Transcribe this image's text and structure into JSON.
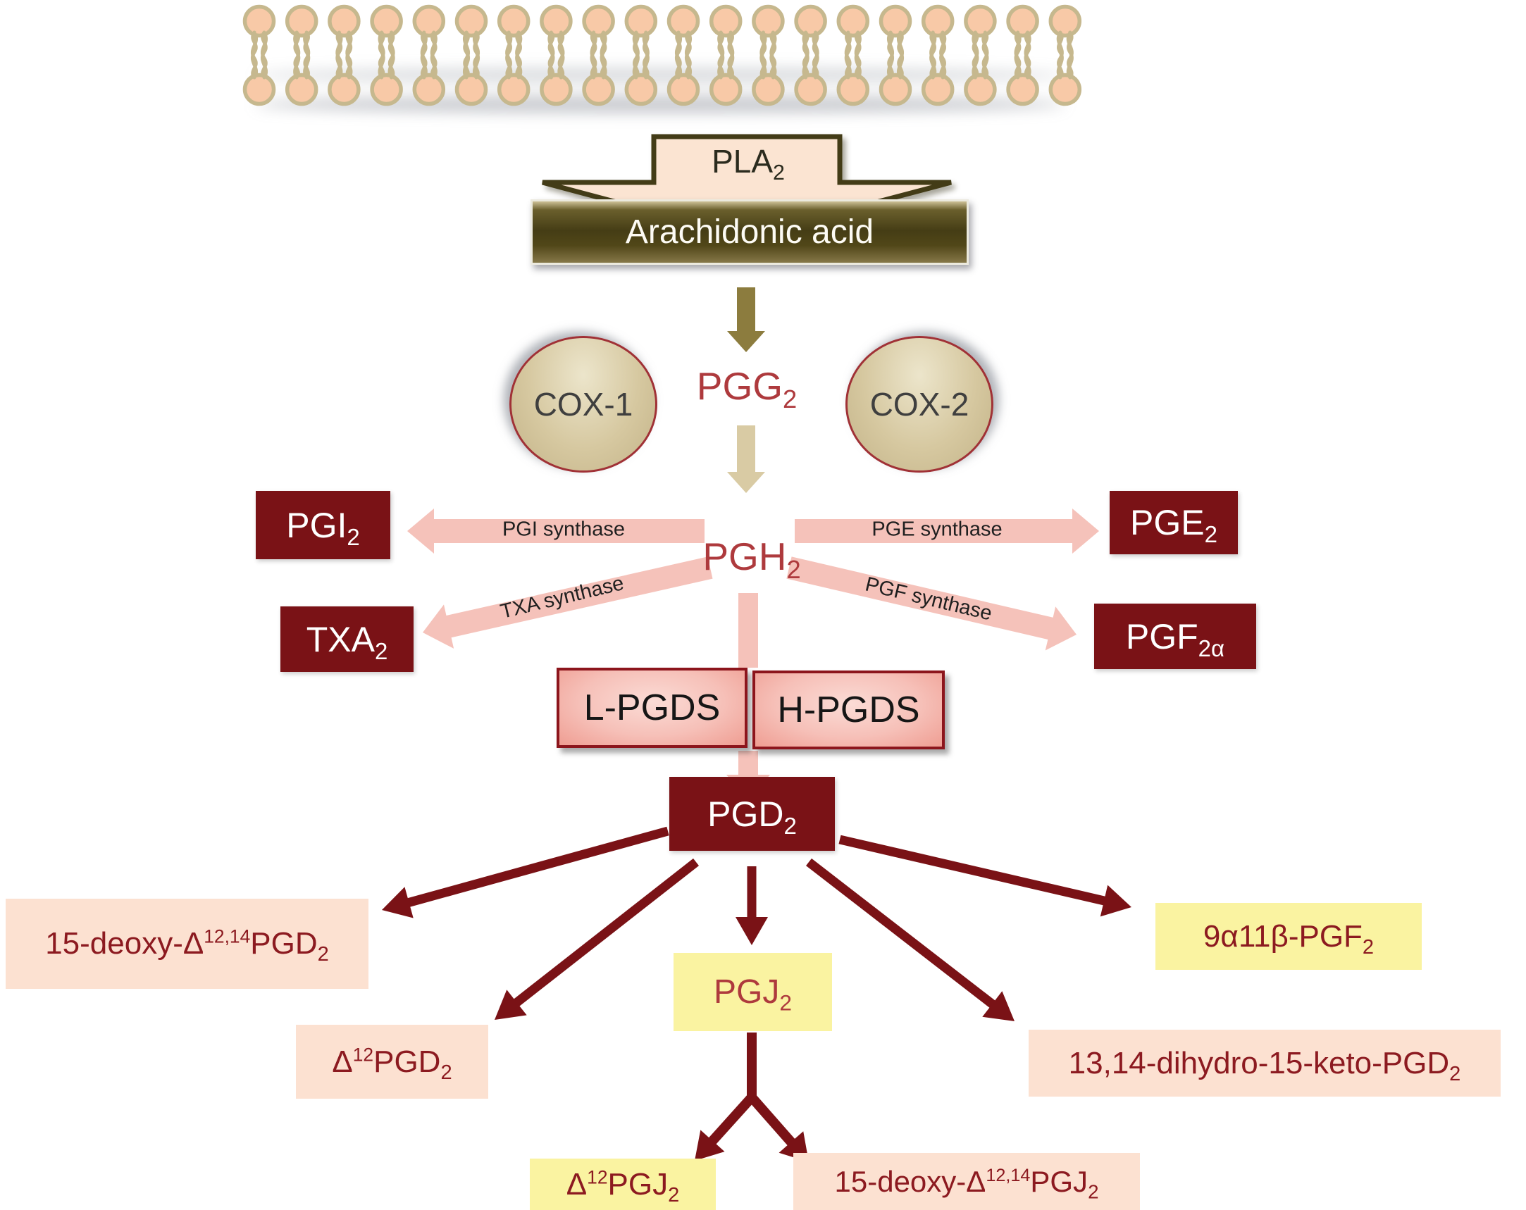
{
  "figure": {
    "description": "Arachidonic acid / prostaglandin D2 synthesis pathway diagram",
    "membrane_icon": "lipid-bilayer"
  },
  "molecules": {
    "pla2": [
      {
        "t": "PLA"
      },
      {
        "t": "2",
        "s": "sub"
      }
    ],
    "arachidonic_acid": [
      {
        "t": "Arachidonic acid"
      }
    ],
    "pgg2": [
      {
        "t": "PGG"
      },
      {
        "t": "2",
        "s": "sub"
      }
    ],
    "cox1": [
      {
        "t": "COX-1"
      }
    ],
    "cox2": [
      {
        "t": "COX-2"
      }
    ],
    "pgh2": [
      {
        "t": "PGH"
      },
      {
        "t": "2",
        "s": "sub"
      }
    ],
    "pgi2": [
      {
        "t": "PGI"
      },
      {
        "t": "2",
        "s": "sub"
      }
    ],
    "txa2": [
      {
        "t": "TXA"
      },
      {
        "t": "2",
        "s": "sub"
      }
    ],
    "pge2": [
      {
        "t": "PGE"
      },
      {
        "t": "2",
        "s": "sub"
      }
    ],
    "pgf2a": [
      {
        "t": "PGF"
      },
      {
        "t": "2α",
        "s": "sub"
      }
    ],
    "l_pgds": [
      {
        "t": "L-PGDS"
      }
    ],
    "h_pgds": [
      {
        "t": "H-PGDS"
      }
    ],
    "pgd2": [
      {
        "t": "PGD"
      },
      {
        "t": "2",
        "s": "sub"
      }
    ],
    "deoxy_pgd2": [
      {
        "t": "15-deoxy-Δ"
      },
      {
        "t": "12,14",
        "s": "sup"
      },
      {
        "t": "PGD"
      },
      {
        "t": "2",
        "s": "sub"
      }
    ],
    "delta12_pgd2": [
      {
        "t": "Δ"
      },
      {
        "t": "12",
        "s": "sup"
      },
      {
        "t": "PGD"
      },
      {
        "t": "2",
        "s": "sub"
      }
    ],
    "pgj2": [
      {
        "t": "PGJ"
      },
      {
        "t": "2",
        "s": "sub"
      }
    ],
    "nine_alpha_pgf2": [
      {
        "t": "9α11β-PGF"
      },
      {
        "t": "2",
        "s": "sub"
      }
    ],
    "dihydro_keto_pgd2": [
      {
        "t": "13,14-dihydro-15-keto-PGD"
      },
      {
        "t": "2",
        "s": "sub"
      }
    ],
    "delta12_pgj2": [
      {
        "t": "Δ"
      },
      {
        "t": "12",
        "s": "sup"
      },
      {
        "t": "PGJ"
      },
      {
        "t": "2",
        "s": "sub"
      }
    ],
    "deoxy_pgj2": [
      {
        "t": "15-deoxy-Δ"
      },
      {
        "t": "12,14",
        "s": "sup"
      },
      {
        "t": "PGJ"
      },
      {
        "t": "2",
        "s": "sub"
      }
    ]
  },
  "enzyme_labels": {
    "pgi_synthase": "PGI synthase",
    "txa_synthase": "TXA synthase",
    "pge_synthase": "PGE synthase",
    "pgf_synthase": "PGF synthase"
  },
  "colors": {
    "maroon": "#7A1216",
    "brick": "#AE3A3D",
    "darkred": "#8C1A20",
    "peach": "#FCE1D1",
    "yellow": "#FAF3A1",
    "pink": "#F5C2BA",
    "olive": "#8C7C3E",
    "tan": "#D9CBA4",
    "mline": "#C6B88E",
    "mhead": "#F8C9A7",
    "cream": "#FBE4D2",
    "pgdsborder": "#8C151C",
    "coxstroke": "#A03136",
    "ink": "#1F1F1F"
  }
}
